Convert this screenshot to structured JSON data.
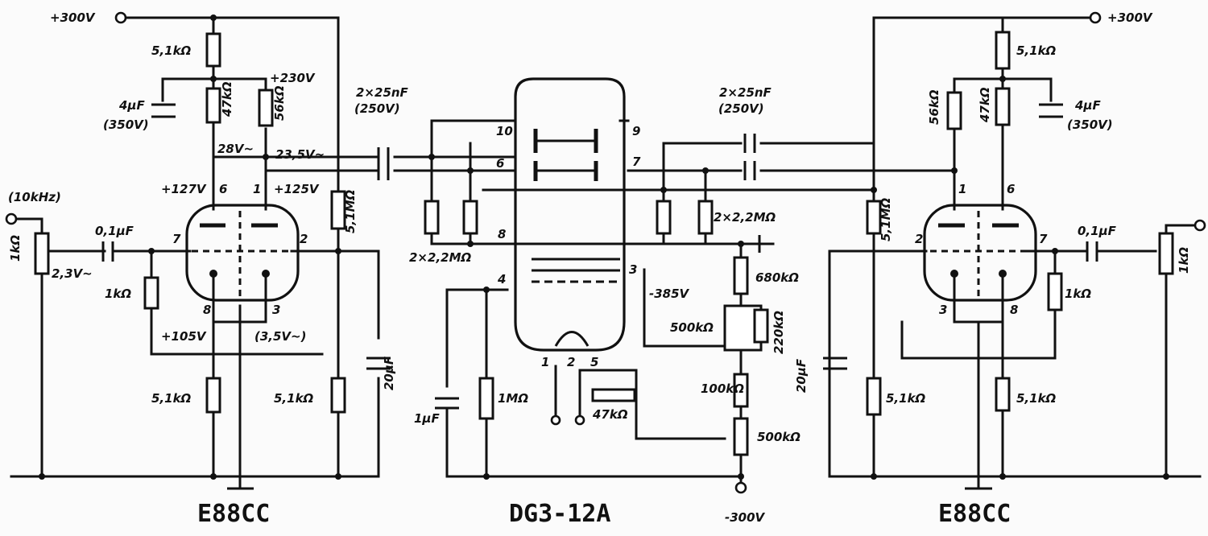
{
  "supply": {
    "left_pos": "+300V",
    "right_pos": "+300V",
    "neg": "-300V"
  },
  "tubes": {
    "left": "E88CC",
    "center": "DG3-12A",
    "right": "E88CC"
  },
  "left_stage": {
    "input_label": "(10kHz)",
    "pot": "1kΩ",
    "input_cap": "0,1μF",
    "input_ac": "2,3V~",
    "grid_res": "1kΩ",
    "plate_top_res": "5,1kΩ",
    "plate_res_a": "47kΩ",
    "plate_res_b": "56kΩ",
    "decoupling_cap": "4μF",
    "decoupling_cap_v": "(350V)",
    "node_230": "+230V",
    "ac_28": "28V~",
    "ac_23": "23,5V~",
    "v_127": "+127V",
    "v_125": "+125V",
    "grid2_res": "5,1MΩ",
    "cathode_res_a": "5,1kΩ",
    "cathode_res_b": "5,1kΩ",
    "v_cathode": "+105V",
    "ac_cathode": "(3,5V~)",
    "cap_right": "20μF",
    "pin6": "6",
    "pin1": "1",
    "pin7": "7",
    "pin2": "2",
    "pin8": "8",
    "pin3": "3"
  },
  "center_stage": {
    "coupling_caps_left": "2×25nF",
    "coupling_caps_left_v": "(250V)",
    "coupling_caps_right": "2×25nF",
    "coupling_caps_right_v": "(250V)",
    "defl_res_left": "2×2,2MΩ",
    "defl_res_right": "2×2,2MΩ",
    "pin10": "10",
    "pin6": "6",
    "pin8": "8",
    "pin7": "7",
    "pin9": "9",
    "pin4": "4",
    "pin3": "3",
    "pin1": "1",
    "pin2": "2",
    "pin5": "5",
    "neg_v": "-385V",
    "res_680": "680kΩ",
    "pot_500": "500kΩ",
    "res_220": "220kΩ",
    "res_100": "100kΩ",
    "pot_500b": "500kΩ",
    "heater_res": "47kΩ",
    "cap_1": "1μF",
    "res_1m": "1MΩ"
  },
  "right_stage": {
    "plate_top_res": "5,1kΩ",
    "plate_res_a": "56kΩ",
    "plate_res_b": "47kΩ",
    "decoupling_cap": "4μF",
    "decoupling_cap_v": "(350V)",
    "grid2_res": "5,1MΩ",
    "input_cap": "0,1μF",
    "grid_res": "1kΩ",
    "pot": "1kΩ",
    "cap_left": "20μF",
    "cathode_res_a": "5,1kΩ",
    "cathode_res_b": "5,1kΩ",
    "pin1": "1",
    "pin6": "6",
    "pin2": "2",
    "pin7": "7",
    "pin3": "3",
    "pin8": "8"
  }
}
